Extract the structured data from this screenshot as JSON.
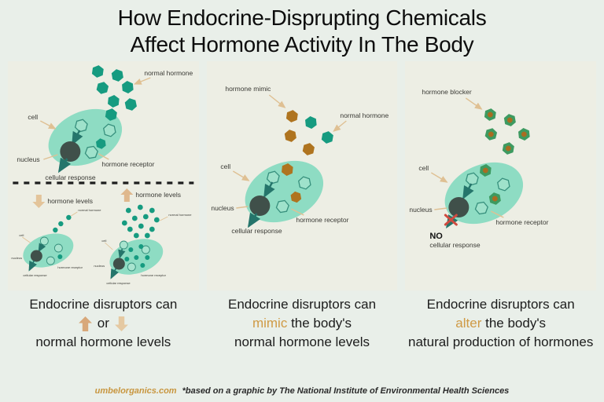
{
  "title": {
    "line1": "How Endocrine-Disprupting Chemicals",
    "line2": "Affect Hormone Activity In The Body"
  },
  "labels": {
    "normal_hormone": "normal hormone",
    "hormone_mimic": "hormone mimic",
    "hormone_blocker": "hormone blocker",
    "cell": "cell",
    "nucleus": "nucleus",
    "cellular_response": "cellular response",
    "hormone_receptor": "hormone receptor",
    "hormone_levels": "hormone levels",
    "no": "NO"
  },
  "captions": {
    "c1": {
      "line1": "Endocrine disruptors can",
      "or": "or",
      "line3": "normal hormone levels"
    },
    "c2": {
      "line1": "Endocrine disruptors can",
      "accent": "mimic",
      "rest": "the body's",
      "line3": "normal hormone levels"
    },
    "c3": {
      "line1": "Endocrine disruptors can",
      "accent": "alter",
      "rest": "the body's",
      "line3": "natural production of hormones"
    }
  },
  "footer": {
    "site": "umbelorganics.com",
    "credit": "*based on a graphic by The National Institute of Environmental Health Sciences"
  },
  "colors": {
    "page_bg": "#e9efe9",
    "panel_bg": "#edeee4",
    "hormone_teal": "#169b80",
    "cell_fill": "#8edcc3",
    "receptor_stroke": "#37907d",
    "nucleus": "#40504a",
    "mimic_brown": "#af741f",
    "blocker_green": "#3d9a60",
    "pointer_tan": "#e2c79e",
    "accent_orange": "#cf9a45",
    "up_arrow_tan": "#d8a87a",
    "down_arrow_tan": "#e5c9a2",
    "red_x": "#cf4a3f",
    "response_teal": "#25756b"
  }
}
